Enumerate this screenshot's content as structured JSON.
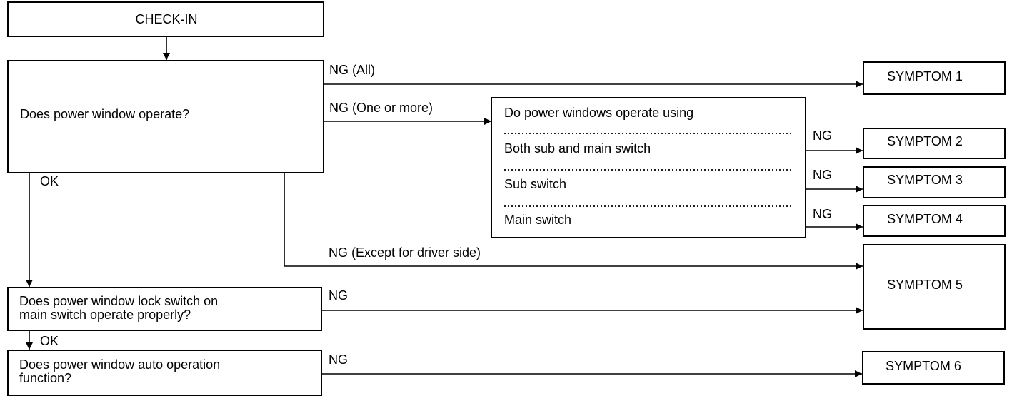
{
  "checkin": "CHECK-IN",
  "q1": "Does power window operate?",
  "q2": [
    "Does power window lock switch on",
    "main switch operate properly?"
  ],
  "q3": [
    "Does power window auto operation",
    "function?"
  ],
  "sub_question": {
    "title": "Do power windows operate using",
    "options": [
      "Both sub and main switch",
      "Sub switch",
      "Main switch"
    ]
  },
  "labels": {
    "ng_all": "NG (All)",
    "ng_one_or_more": "NG (One or more)",
    "ng_except_driver": "NG (Except for driver side)",
    "ng": "NG",
    "ok": "OK"
  },
  "symptoms": [
    "SYMPTOM 1",
    "SYMPTOM 2",
    "SYMPTOM 3",
    "SYMPTOM 4",
    "SYMPTOM 5",
    "SYMPTOM 6"
  ]
}
